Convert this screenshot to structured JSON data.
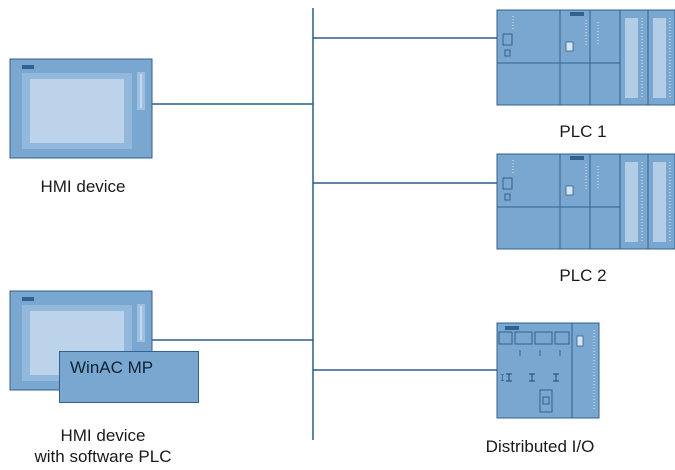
{
  "devices": {
    "hmi": {
      "label": "HMI device",
      "icon": "hmi-panel-icon"
    },
    "hmi_software_plc": {
      "label_line1": "HMI device",
      "label_line2": "with software PLC",
      "overlay_label": "WinAC MP",
      "icon": "hmi-panel-icon"
    },
    "plc1": {
      "label": "PLC 1",
      "icon": "plc-rack-icon"
    },
    "plc2": {
      "label": "PLC 2",
      "icon": "plc-rack-icon"
    },
    "distributed_io": {
      "label": "Distributed I/O",
      "icon": "io-module-icon"
    }
  },
  "colors": {
    "device_fill": "#7aa7cf",
    "device_dark": "#2f6290",
    "screen": "#bcd3ea",
    "bus_line": "#2a5e8c"
  }
}
